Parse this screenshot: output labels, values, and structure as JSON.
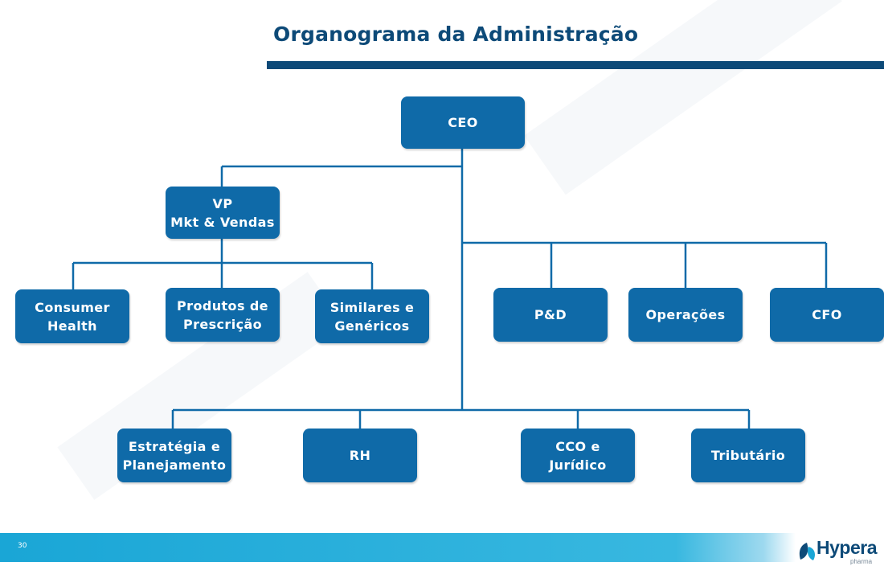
{
  "slide": {
    "title": "Organograma da Administração",
    "page_number": "30"
  },
  "org": {
    "ceo": "CEO",
    "vp": "VP\nMkt & Vendas",
    "consumer_health": "Consumer\nHealth",
    "produtos_prescricao": "Produtos de\nPrescrição",
    "similares_genericos": "Similares e\nGenéricos",
    "p_d": "P&D",
    "operacoes": "Operações",
    "cfo": "CFO",
    "estrategia": "Estratégia e\nPlanejamento",
    "rh": "RH",
    "cco_juridico": "CCO e\nJurídico",
    "tributario": "Tributário"
  },
  "logo": {
    "name": "Hypera",
    "sub": "pharma"
  },
  "colors": {
    "box": "#0f6aa8",
    "title": "#0d4a78",
    "footer": "#1aa6d6",
    "connector": "#0f6aa8"
  }
}
